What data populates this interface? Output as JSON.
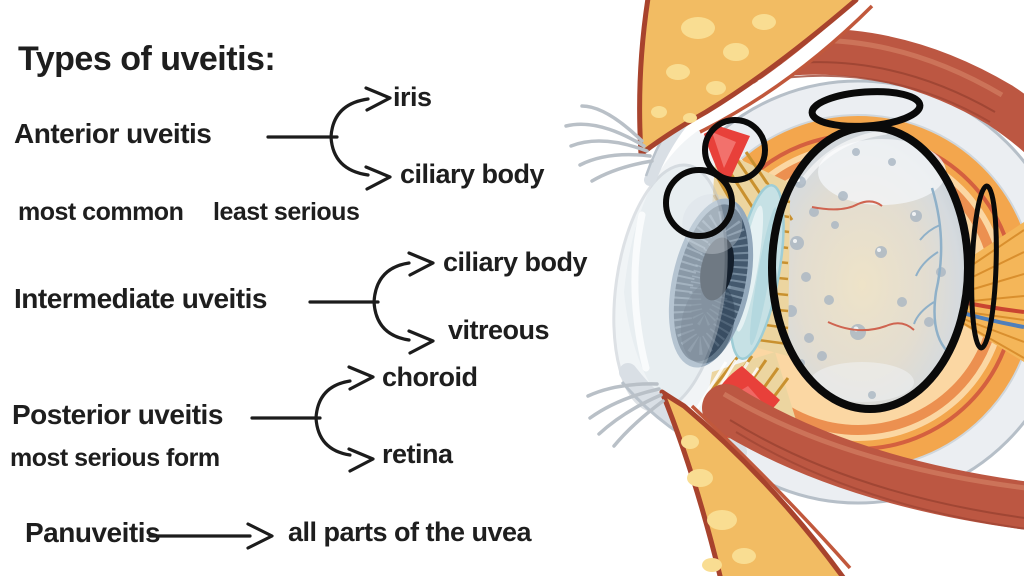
{
  "title": "Types of uveitis:",
  "rows": [
    {
      "label": "Anterior uveitis",
      "targets": [
        "iris",
        "ciliary body"
      ],
      "notes": [
        "most common",
        "least serious"
      ]
    },
    {
      "label": "Intermediate uveitis",
      "targets": [
        "ciliary body",
        "vitreous"
      ],
      "notes": []
    },
    {
      "label": "Posterior uveitis",
      "targets": [
        "choroid",
        "retina"
      ],
      "notes": [
        "most serious form"
      ]
    },
    {
      "label": "Panuveitis",
      "targets": [
        "all parts of the uvea"
      ],
      "notes": []
    }
  ],
  "illustration": {
    "name": "eye cross-section",
    "annotated_structures": [
      "iris",
      "ciliary body",
      "choroid",
      "vitreous",
      "retina"
    ]
  },
  "colors": {
    "text": "#1e1e1e",
    "arrow": "#1c1c1c",
    "annotation_ring": "#0a0a0a",
    "eyelid_fat": "#f2bc63",
    "eyelid_fat_light": "#f9dd92",
    "eyelid_outline": "#a8432d",
    "muscle_red": "#bc5742",
    "sclera": "#ebeef2",
    "choroid_orange": "#f3a64d",
    "retina_peach": "#fbd7a3",
    "ciliary_red": "#e8403a",
    "zonule_gold": "#c9912f",
    "vitreous_gray": "#d5dade",
    "iris_blue": "#44596e",
    "pupil_navy": "#141f2c",
    "lens_blue": "#c6e1e5",
    "eyelash_gray": "#b9c0c7"
  }
}
